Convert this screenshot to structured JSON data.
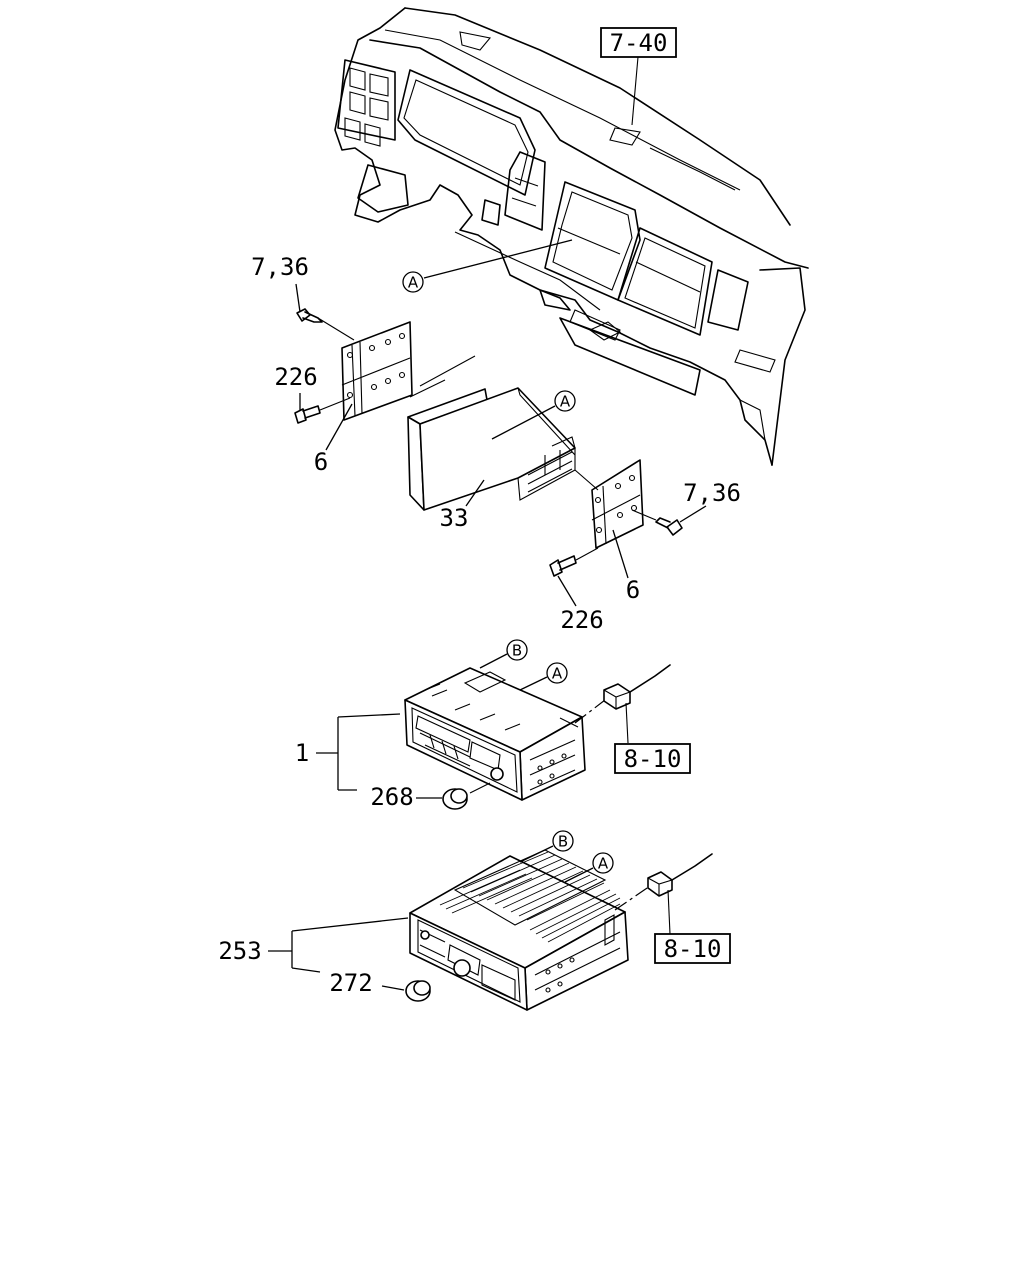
{
  "refs": {
    "ref_7_40": "7-40",
    "ref_8_10_top": "8-10",
    "ref_8_10_bottom": "8-10"
  },
  "parts": {
    "p_7_36_left": "7,36",
    "p_226_left": "226",
    "p_6_left": "6",
    "p_33": "33",
    "p_7_36_right": "7,36",
    "p_6_right": "6",
    "p_226_right": "226",
    "p_1": "1",
    "p_268": "268",
    "p_253": "253",
    "p_272": "272"
  },
  "markers": {
    "a_dash": "A",
    "a_bracket": "A",
    "a_radio1": "A",
    "b_radio1": "B",
    "a_radio2": "A",
    "b_radio2": "B"
  }
}
